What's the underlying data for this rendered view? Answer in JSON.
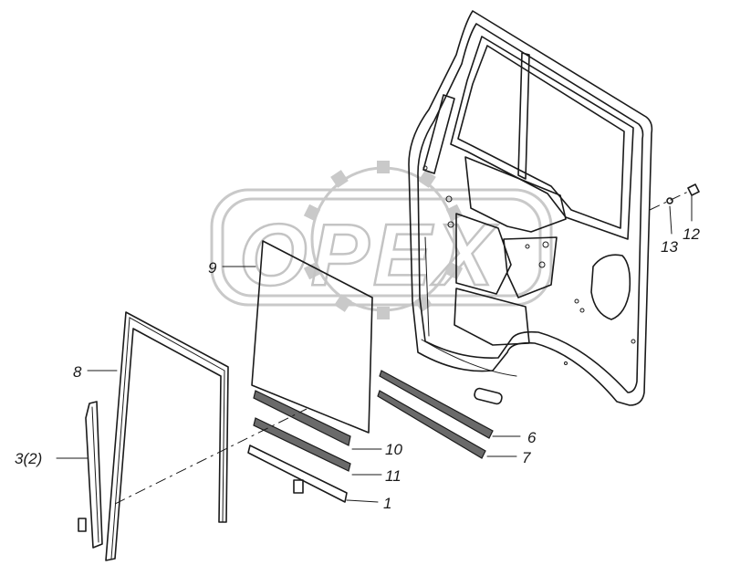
{
  "watermark": {
    "text": "OPEX"
  },
  "callouts": {
    "c1": "1",
    "c3": "3(2)",
    "c6": "6",
    "c7": "7",
    "c8": "8",
    "c9": "9",
    "c10": "10",
    "c11": "11",
    "c12": "12",
    "c13": "13"
  }
}
